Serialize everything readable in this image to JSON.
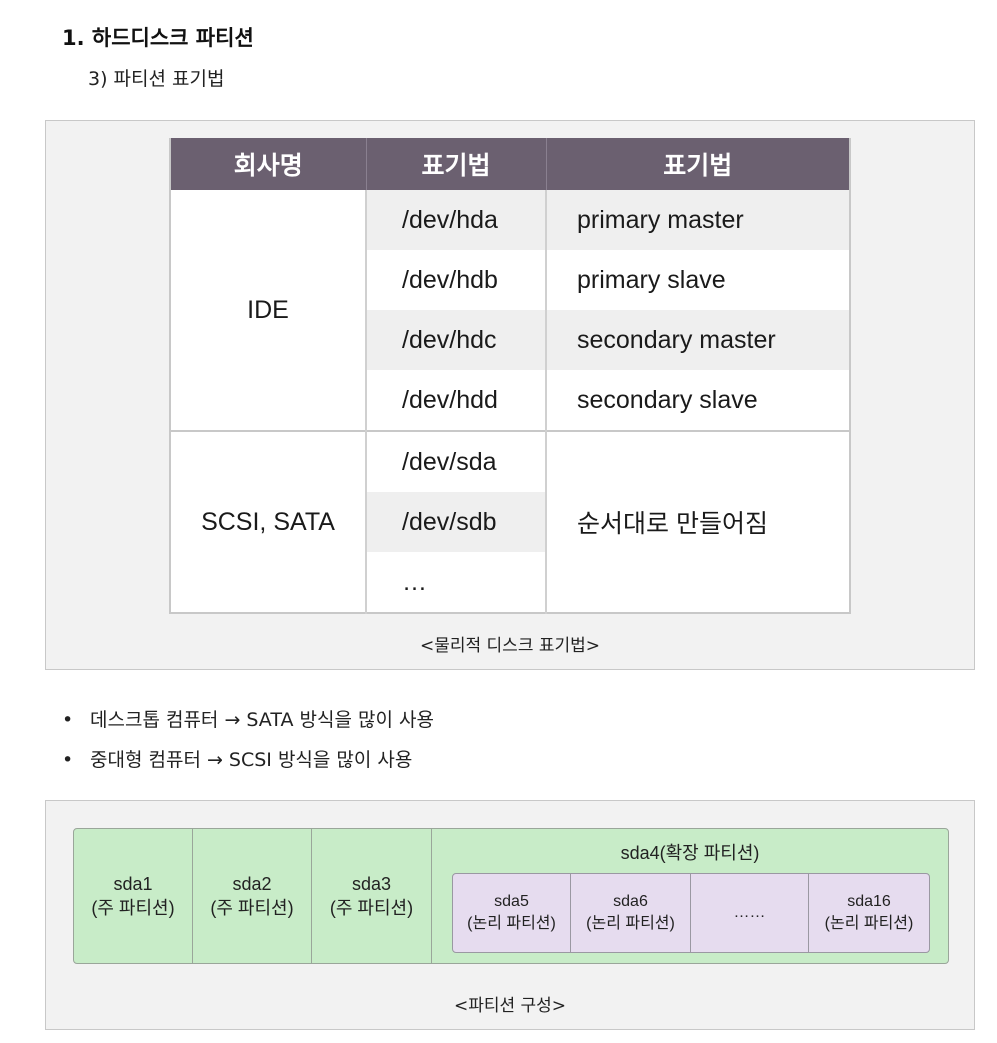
{
  "heading": "1. 하드디스크 파티션",
  "subheading": "3) 파티션 표기법",
  "disk_table": {
    "headers": [
      "회사명",
      "표기법",
      "표기법"
    ],
    "groups": [
      {
        "name": "IDE",
        "rows": [
          {
            "device": "/dev/hda",
            "desc": "primary master"
          },
          {
            "device": "/dev/hdb",
            "desc": "primary slave"
          },
          {
            "device": "/dev/hdc",
            "desc": "secondary master"
          },
          {
            "device": "/dev/hdd",
            "desc": "secondary slave"
          }
        ]
      },
      {
        "name": "SCSI, SATA",
        "devices": [
          "/dev/sda",
          "/dev/sdb",
          "…"
        ],
        "desc": "순서대로 만들어짐"
      }
    ],
    "caption": "<물리적 디스크 표기법>"
  },
  "bullets": [
    "데스크톱 컴퓨터 → SATA 방식을 많이 사용",
    "중대형 컴퓨터 → SCSI 방식을 많이 사용"
  ],
  "partition_diagram": {
    "primary": [
      {
        "name": "sda1",
        "type": "(주 파티션)"
      },
      {
        "name": "sda2",
        "type": "(주 파티션)"
      },
      {
        "name": "sda3",
        "type": "(주 파티션)"
      }
    ],
    "extended_title": "sda4(확장 파티션)",
    "logical": [
      {
        "name": "sda5",
        "type": "(논리 파티션)"
      },
      {
        "name": "sda6",
        "type": "(논리 파티션)"
      },
      {
        "name": "……",
        "type": ""
      },
      {
        "name": "sda16",
        "type": "(논리 파티션)"
      }
    ],
    "caption": "<파티션 구성>"
  },
  "colors": {
    "header_bg": "#6b6070",
    "primary_bg": "#c8ecc8",
    "logical_bg": "#e6dcef"
  }
}
